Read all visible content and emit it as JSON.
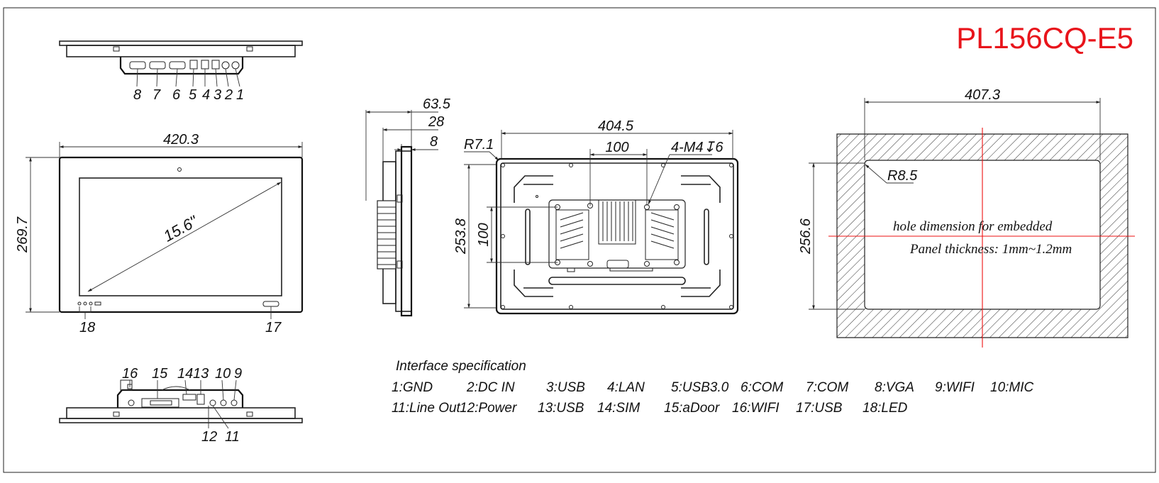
{
  "model": "PL156CQ-E5",
  "top_view": {
    "port_labels": [
      "8",
      "7",
      "6",
      "5",
      "4",
      "3",
      "2",
      "1"
    ]
  },
  "front_view": {
    "width_dim": "420.3",
    "height_dim": "269.7",
    "diagonal": "15.6\"",
    "callouts": [
      "18",
      "17"
    ]
  },
  "bottom_view": {
    "port_labels_top": [
      "16",
      "15",
      "14",
      "13",
      "10",
      "9"
    ],
    "port_labels_bottom": [
      "12",
      "11"
    ]
  },
  "side_view": {
    "dims": [
      "63.5",
      "28",
      "8"
    ]
  },
  "back_view": {
    "width_dim": "404.5",
    "vesa_h": "100",
    "vesa_v": "100",
    "height_dim": "253.8",
    "corner_radius": "R7.1",
    "screw_spec": "4-M4↧6"
  },
  "cutout_view": {
    "width_dim": "407.3",
    "height_dim": "256.6",
    "corner_radius": "R8.5",
    "note_line1": "hole dimension for embedded",
    "note_line2": "Panel thickness: 1mm~1.2mm"
  },
  "interface_spec": {
    "heading": "Interface specification",
    "row1": [
      "1:GND",
      "2:DC IN",
      "3:USB",
      "4:LAN",
      "5:USB3.0",
      "6:COM",
      "7:COM",
      "8:VGA",
      "9:WIFI",
      "10:MIC"
    ],
    "row2": [
      "11:Line Out",
      "12:Power",
      "13:USB",
      "14:SIM",
      "15:aDoor",
      "16:WIFI",
      "17:USB",
      "18:LED"
    ]
  },
  "colors": {
    "title": "#e8141b",
    "centerline": "#e11111",
    "lines": "#222222"
  }
}
